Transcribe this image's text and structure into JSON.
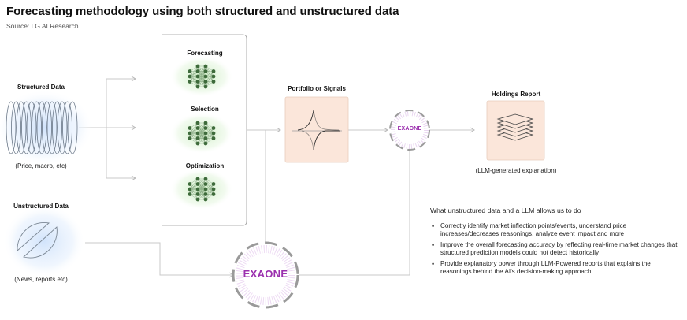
{
  "header": {
    "title": "Forecasting methodology using both structured and unstructured data",
    "source": "Source: LG AI Research"
  },
  "structured": {
    "title": "Structured Data",
    "caption": "(Price, macro, etc)"
  },
  "unstructured": {
    "title": "Unstructured Data",
    "caption": "(News, reports etc)"
  },
  "models": {
    "forecasting": "Forecasting",
    "selection": "Selection",
    "optimization": "Optimization"
  },
  "portfolio": {
    "title": "Portfolio or Signals"
  },
  "exaone": {
    "small_label": "EXAONE",
    "large_label": "EXAONE"
  },
  "holdings": {
    "title": "Holdings Report",
    "caption": "(LLM-generated explanation)"
  },
  "info": {
    "title": "What unstructured data and a LLM allows us to do",
    "bullets": [
      "Correctly identify market inflection points/events, understand price increases/decreases reasonings, analyze event impact and more",
      "Improve the overall forecasting accuracy by reflecting real-time market changes that structured prediction models could not detect historically",
      "Provide explanatory power through LLM-Powered reports that explains the reasonings behind the AI's decision-making approach"
    ]
  },
  "colors": {
    "flow_line": "#c8c8c8",
    "neural_green": "#3e6b3b",
    "exaone_purple": "#9b2fae"
  }
}
